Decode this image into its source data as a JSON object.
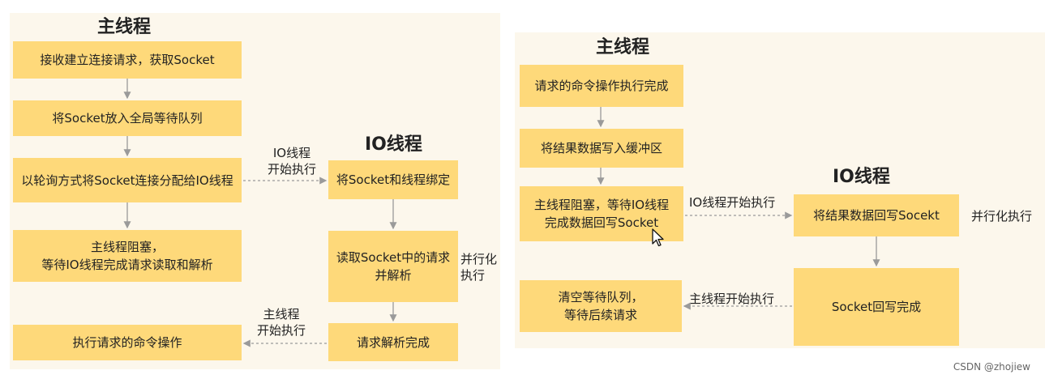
{
  "left": {
    "main_title": "主线程",
    "io_title": "IO线程",
    "main_boxes": [
      "接收建立连接请求，获取Socket",
      "将Socket放入全局等待队列",
      "以轮询方式将Socket连接分配给IO线程",
      "主线程阻塞，|等待IO线程完成请求读取和解析",
      "执行请求的命令操作"
    ],
    "io_boxes": [
      "将Socket和线程绑定",
      "读取Socket中的请求|并解析",
      "请求解析完成"
    ],
    "labels": {
      "io_start": [
        "IO线程",
        "开始执行"
      ],
      "parallel": [
        "并行化",
        "执行"
      ],
      "main_start": [
        "主线程",
        "开始执行"
      ]
    }
  },
  "right": {
    "main_title": "主线程",
    "io_title": "IO线程",
    "main_boxes": [
      "请求的命令操作执行完成",
      "将结果数据写入缓冲区",
      "主线程阻塞，等待IO线程|完成数据回写Socket",
      "清空等待队列，|等待后续请求"
    ],
    "io_boxes": [
      "将结果数据回写Socekt",
      "Socket回写完成"
    ],
    "labels": {
      "io_start": "IO线程开始执行",
      "parallel": "并行化执行",
      "main_start": "主线程开始执行"
    }
  },
  "colors": {
    "box": "#fed97a",
    "panel": "#fcf7ec",
    "arrow": "#9a9a9a"
  },
  "footer": "CSDN @zhojiew"
}
